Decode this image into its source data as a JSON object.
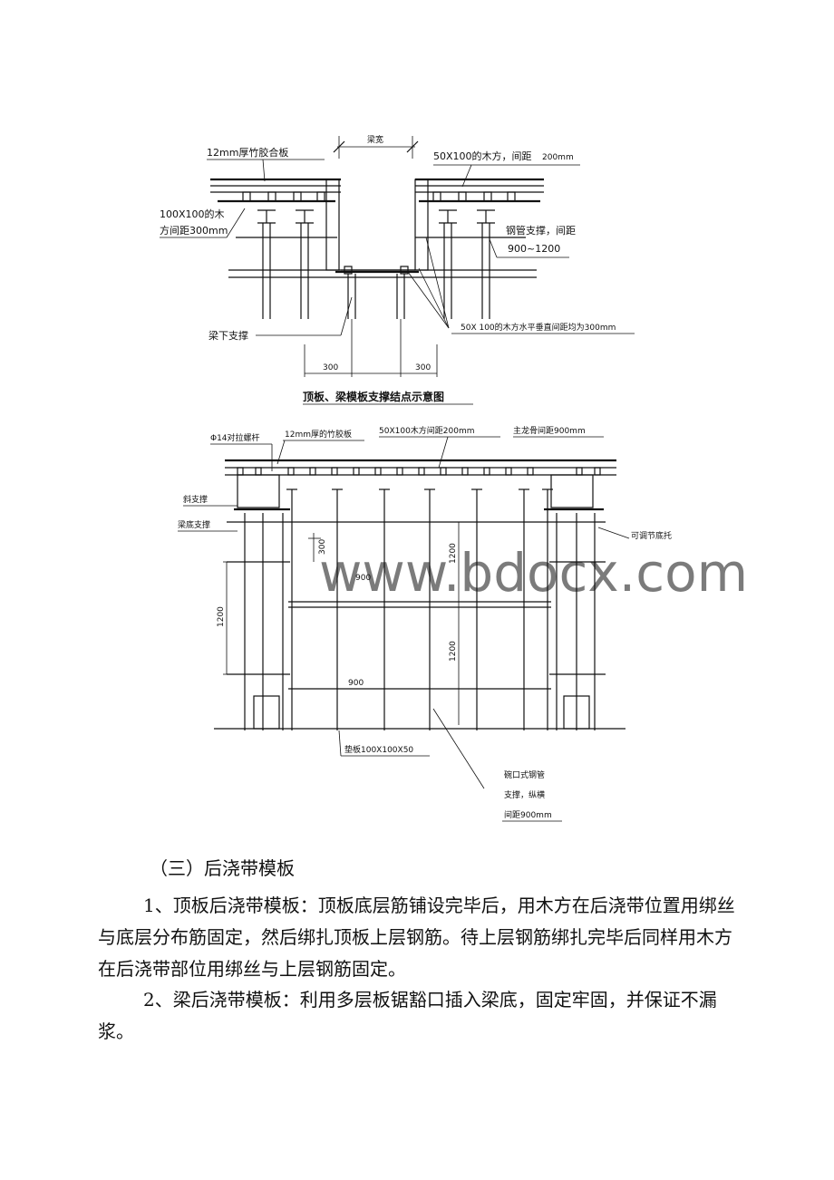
{
  "drawing1": {
    "labels": {
      "plywood": "12mm厚竹胶合板",
      "timber_spacing": "50X100的木方，间距",
      "timber_spacing_val": "200mm",
      "gap_dim": "梁宽",
      "big_timber_1": "100X100的木",
      "big_timber_2": "方间距300mm",
      "steel_support_1": "钢管支撑，间距",
      "steel_support_2": "900~1200",
      "beam_support": "梁下支撑",
      "timber_hv": "50X 100的木方水平垂直间距均为300mm",
      "dim_left": "300",
      "dim_right": "300"
    },
    "caption": "顶板、梁模板支撑结点示意图"
  },
  "drawing2": {
    "labels": {
      "tie_rod": "Φ14对拉螺杆",
      "bamboo_board": "12mm厚的竹胶板",
      "timber_200": "50X100木方间距200mm",
      "main_keel": "主龙骨间距900mm",
      "side_support": "斜支撑",
      "beam_bottom_support": "梁底支撑",
      "adjustable_base": "可调节底托",
      "pad": "垫板100X100X50",
      "bowl_1": "碗口式钢管",
      "bowl_2": "支撑，纵横",
      "bowl_3": "间距900mm",
      "dim_300": "300",
      "dim_900a": "900",
      "dim_900b": "900",
      "dim_1200a": "1200",
      "dim_1200b": "1200",
      "dim_1200c": "1200"
    },
    "watermark": "www.bdocx.com"
  },
  "heading": "（三）后浇带模板",
  "paragraphs": [
    "1、顶板后浇带模板：顶板底层筋铺设完毕后，用木方在后浇带位置用绑丝与底层分布筋固定，然后绑扎顶板上层钢筋。待上层钢筋绑扎完毕后同样用木方在后浇带部位用绑丝与上层钢筋固定。",
    "2、梁后浇带模板：利用多层板锯豁口插入梁底，固定牢固，并保证不漏浆。"
  ]
}
